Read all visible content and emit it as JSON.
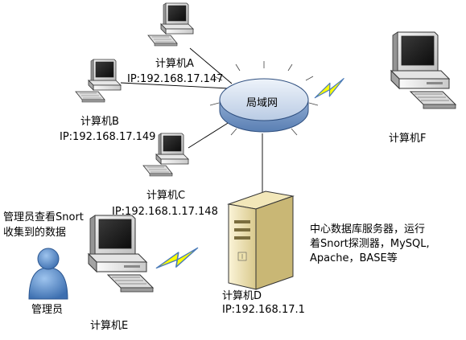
{
  "network": {
    "label": "局域网",
    "colors": {
      "fill_top": "#dce6f2",
      "fill_side": "#7f9fc8",
      "stroke": "#2f4f7f",
      "lightning": "#ffff00",
      "lightning_stroke": "#4a7ab8"
    }
  },
  "computers": {
    "a": {
      "name": "计算机A",
      "ip": "IP:192.168.17.147"
    },
    "b": {
      "name": "计算机B",
      "ip": "IP:192.168.17.149"
    },
    "c": {
      "name": "计算机C",
      "ip": "IP:192.168.1.17.148"
    },
    "d": {
      "name": "计算机D",
      "ip": "IP:192.168.17.1"
    },
    "e": {
      "name": "计算机E"
    },
    "f": {
      "name": "计算机F"
    }
  },
  "admin": {
    "name": "管理员",
    "note_line1": "管理员查看Snort",
    "note_line2": "收集到的数据"
  },
  "server_note": {
    "line1": "中心数据库服务器，运行",
    "line2": "着Snort探测器，MySQL,",
    "line3": "Apache，BASE等"
  }
}
